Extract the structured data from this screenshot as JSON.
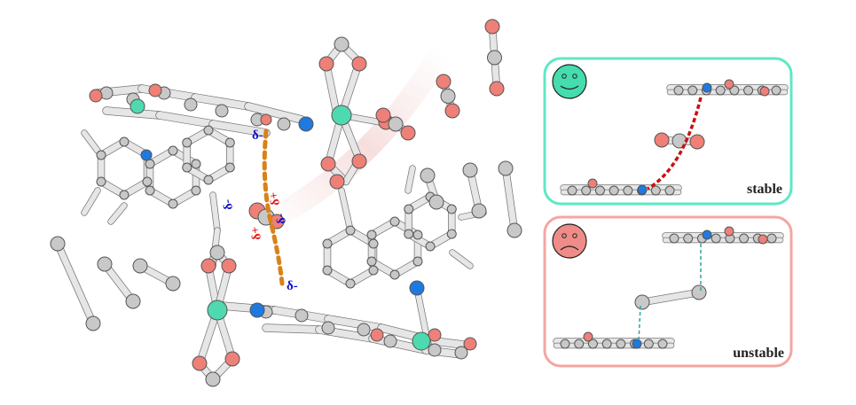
{
  "labels": {
    "delta_minus": "δ-",
    "delta_plus": "δ+"
  },
  "panels": {
    "stable": {
      "label": "stable",
      "face": "happy-face",
      "border_color": "#5fe8c4",
      "face_color": "#45dcae"
    },
    "unstable": {
      "label": "unstable",
      "face": "sad-face",
      "border_color": "#f4a6a2",
      "face_color": "#f08c88"
    }
  },
  "colors": {
    "carbon": "#c8c8c8",
    "oxygen": "#ee8078",
    "nitrogen": "#1f7ae0",
    "metal": "#4fd9b0",
    "hbond_stable": "#cc1010",
    "hbond_unstable": "#2aa5a0",
    "interaction": "#d98218",
    "delta_minus": "#1010cc",
    "delta_plus": "#e01818"
  }
}
